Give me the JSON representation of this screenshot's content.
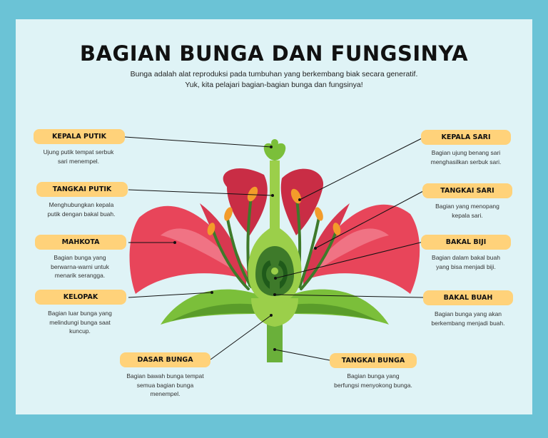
{
  "title": "BAGIAN BUNGA DAN FUNGSINYA",
  "subtitle_line1": "Bunga adalah alat reproduksi pada tumbuhan yang berkembang biak secara generatif.",
  "subtitle_line2": "Yuk, kita pelajari bagian-bagian bunga dan fungsinya!",
  "parts": {
    "kepala_putik": {
      "label": "KEPALA PUTIK",
      "desc1": "Ujung putik tempat serbuk",
      "desc2": "sari menempel."
    },
    "tangkai_putik": {
      "label": "TANGKAI PUTIK",
      "desc1": "Menghubungkan kepala",
      "desc2": "putik dengan bakal buah."
    },
    "mahkota": {
      "label": "MAHKOTA",
      "desc1": "Bagian bunga yang",
      "desc2": "berwarna-warni untuk",
      "desc3": "menarik serangga."
    },
    "kelopak": {
      "label": "KELOPAK",
      "desc1": "Bagian luar bunga yang",
      "desc2": "melindungi bunga saat",
      "desc3": "kuncup."
    },
    "dasar_bunga": {
      "label": "DASAR BUNGA",
      "desc1": "Bagian bawah bunga tempat",
      "desc2": "semua bagian bunga",
      "desc3": "menempel."
    },
    "kepala_sari": {
      "label": "KEPALA SARI",
      "desc1": "Bagian ujung benang sari",
      "desc2": "menghasilkan serbuk sari."
    },
    "tangkai_sari": {
      "label": "TANGKAI SARI",
      "desc1": "Bagian yang menopang",
      "desc2": "kepala sari."
    },
    "bakal_biji": {
      "label": "BAKAL BIJI",
      "desc1": "Bagian dalam bakal buah",
      "desc2": "yang bisa menjadi biji."
    },
    "bakal_buah": {
      "label": "BAKAL BUAH",
      "desc1": "Bagian bunga yang akan",
      "desc2": "berkembang menjadi buah."
    },
    "tangkai_bunga": {
      "label": "TANGKAI BUNGA",
      "desc1": "Bagian bunga yang",
      "desc2": "berfungsi menyokong bunga."
    }
  },
  "colors": {
    "background": "#6bc3d6",
    "panel": "#dff3f6",
    "label_bg": "#ffd27a",
    "petal": "#e8455a",
    "leaf": "#7bbf3a",
    "anther": "#f39c2a"
  }
}
